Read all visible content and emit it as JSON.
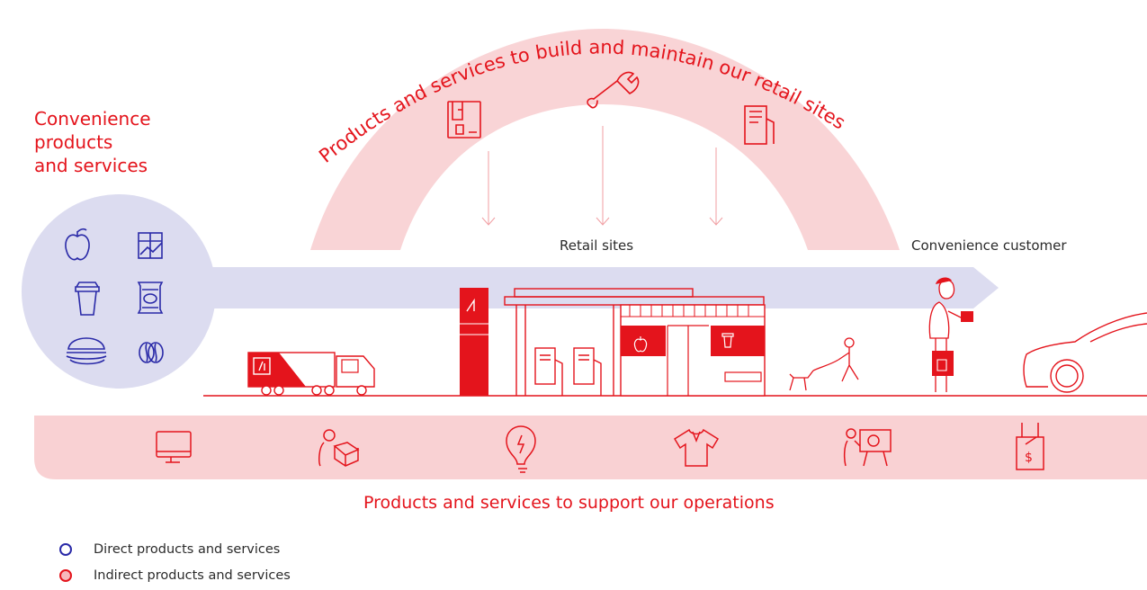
{
  "arc_label": "Products and services to build and maintain our retail sites",
  "convenience_label_lines": [
    "Convenience",
    "products",
    "and services"
  ],
  "retail_sites_label": "Retail sites",
  "customer_label": "Convenience customer",
  "support_label": "Products and services to support our operations",
  "legend": [
    {
      "label": "Direct products and services",
      "color": "#2a2aa8",
      "fill": "#ffffff"
    },
    {
      "label": "Indirect products and services",
      "color": "#e4141c",
      "fill": "#f7b9bc"
    }
  ],
  "colors": {
    "brand_red": "#e4141c",
    "arc_pink": "#f9d4d6",
    "support_band": "#f9d1d3",
    "direct_lavender": "#dcdcf0",
    "direct_icon_blue": "#2a2aa8"
  },
  "direct_icons": [
    "apple-icon",
    "chocolate-icon",
    "coffee-cup-icon",
    "chips-bag-icon",
    "sandwich-icon",
    "coffee-bean-icon"
  ],
  "build_icons": [
    "coffee-machine-icon",
    "wrench-icon",
    "fuel-pump-icon"
  ],
  "support_icons": [
    "computer-monitor-icon",
    "person-with-box-icon",
    "light-bulb-icon",
    "shirt-icon",
    "presenter-icon",
    "price-tag-icon"
  ]
}
